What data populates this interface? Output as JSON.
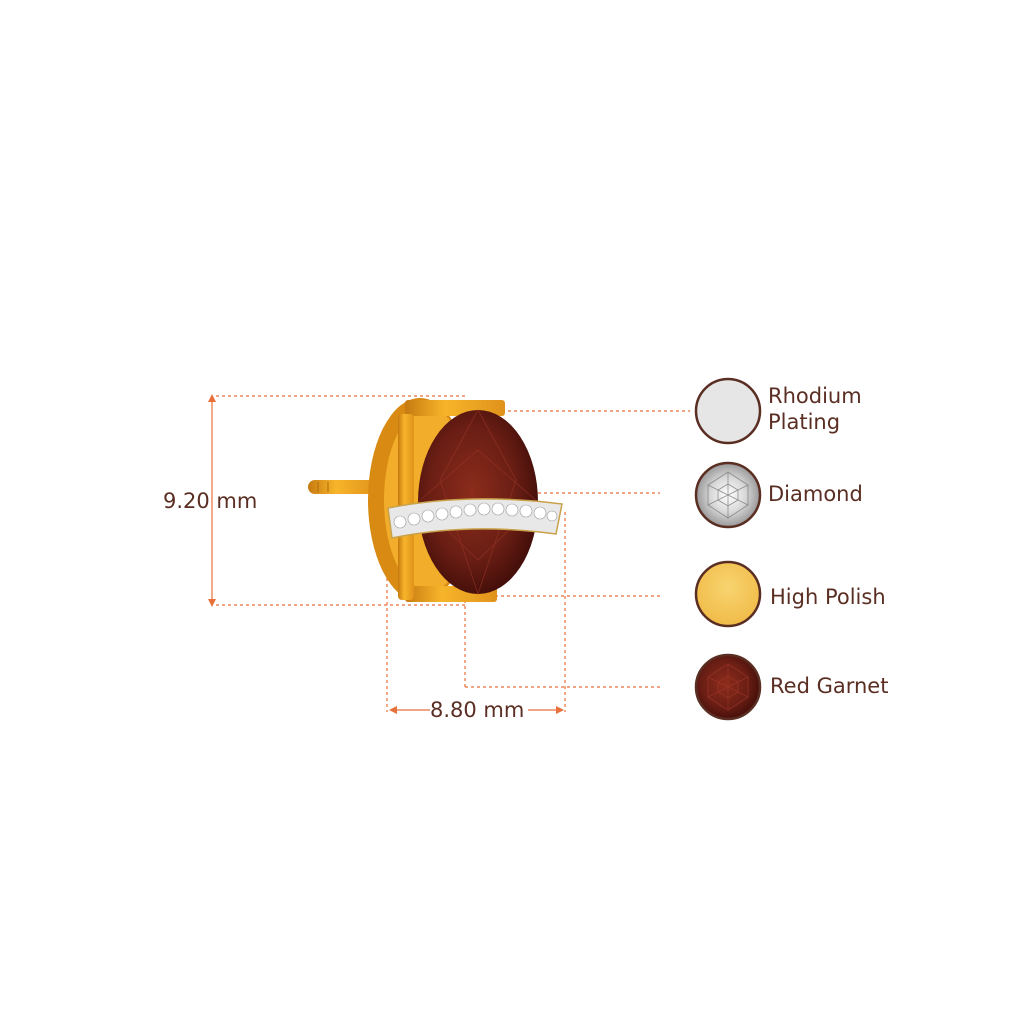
{
  "dimensions": {
    "height": "9.20 mm",
    "width": "8.80 mm"
  },
  "colors": {
    "dimension_line": "#e8703a",
    "text": "#5a2e22",
    "gold": "#f0a820",
    "gold_dark": "#c67a10",
    "garnet": "#7a2418",
    "garnet_dark": "#4a0f0a",
    "rhodium": "#e6e6e6",
    "polish": "#f5c85a"
  },
  "legend": {
    "items": [
      {
        "label_line1": "Rhodium",
        "label_line2": "Plating",
        "icon": "rhodium-swatch-icon"
      },
      {
        "label_line1": "Diamond",
        "label_line2": "",
        "icon": "diamond-swatch-icon"
      },
      {
        "label_line1": "High Polish",
        "label_line2": "",
        "icon": "high-polish-swatch-icon"
      },
      {
        "label_line1": "Red Garnet",
        "label_line2": "",
        "icon": "red-garnet-swatch-icon"
      }
    ]
  }
}
